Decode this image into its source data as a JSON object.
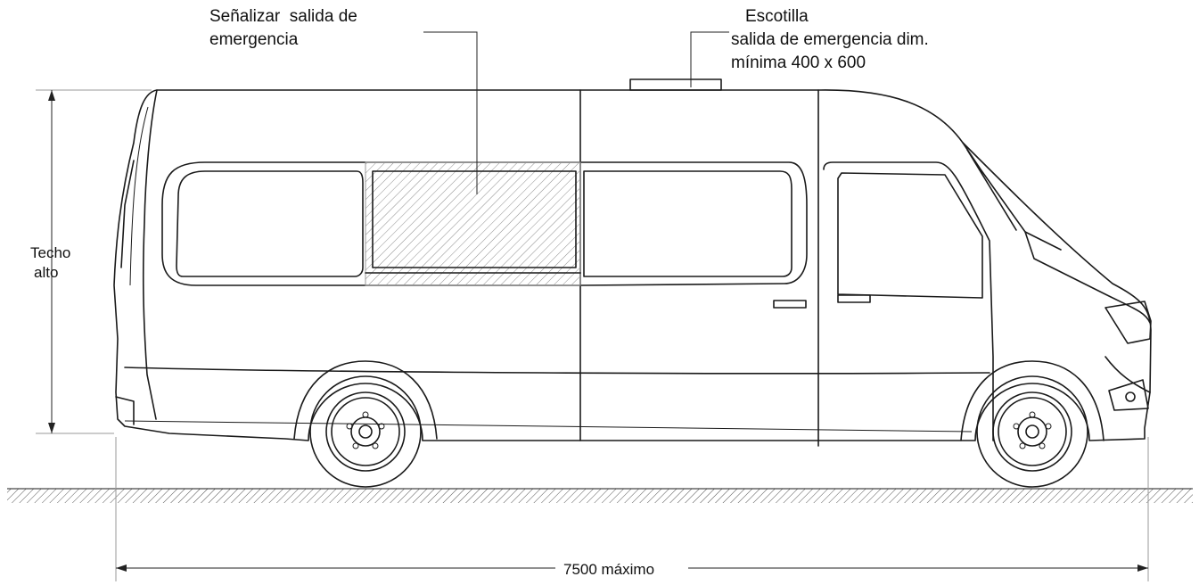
{
  "labels": {
    "exit_sign_line1": "Señalizar  salida de",
    "exit_sign_line2": "emergencia",
    "hatch_line1": "Escotilla",
    "hatch_line2": "salida de emergencia dim.",
    "hatch_line3": "mínima 400 x 600",
    "roof_line1": "Techo",
    "roof_line2": "alto",
    "length": "7500 máximo"
  },
  "colors": {
    "line": "#1a1a1a",
    "hatch": "#9a9a9a",
    "background": "#ffffff"
  }
}
